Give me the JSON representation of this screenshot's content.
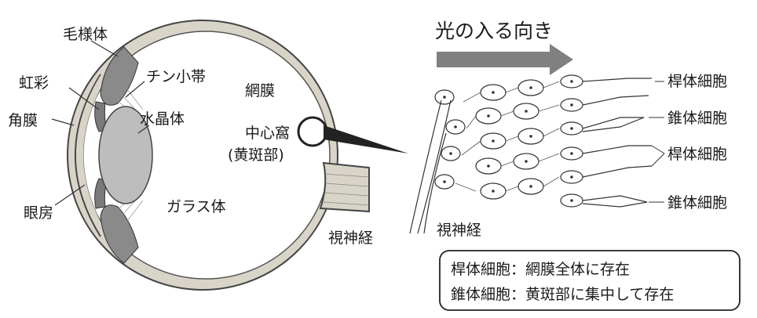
{
  "diagram": {
    "eye_labels": {
      "ciliary_body": "毛様体",
      "iris": "虹彩",
      "zonule": "チン小帯",
      "cornea": "角膜",
      "lens": "水晶体",
      "retina": "網膜",
      "fovea": "中心窩",
      "macula": "(黄斑部)",
      "anterior_chamber": "眼房",
      "vitreous": "ガラス体",
      "optic_nerve": "視神経"
    },
    "retina_panel": {
      "light_direction": "光の入る向き",
      "rod_label_1": "桿体細胞",
      "cone_label_1": "錐体細胞",
      "rod_label_2": "桿体細胞",
      "cone_label_2": "錐体細胞",
      "optic_nerve": "視神経"
    },
    "legend": {
      "line1": "桿体細胞：網膜全体に存在",
      "line2": "錐体細胞：黄斑部に集中して存在"
    }
  }
}
